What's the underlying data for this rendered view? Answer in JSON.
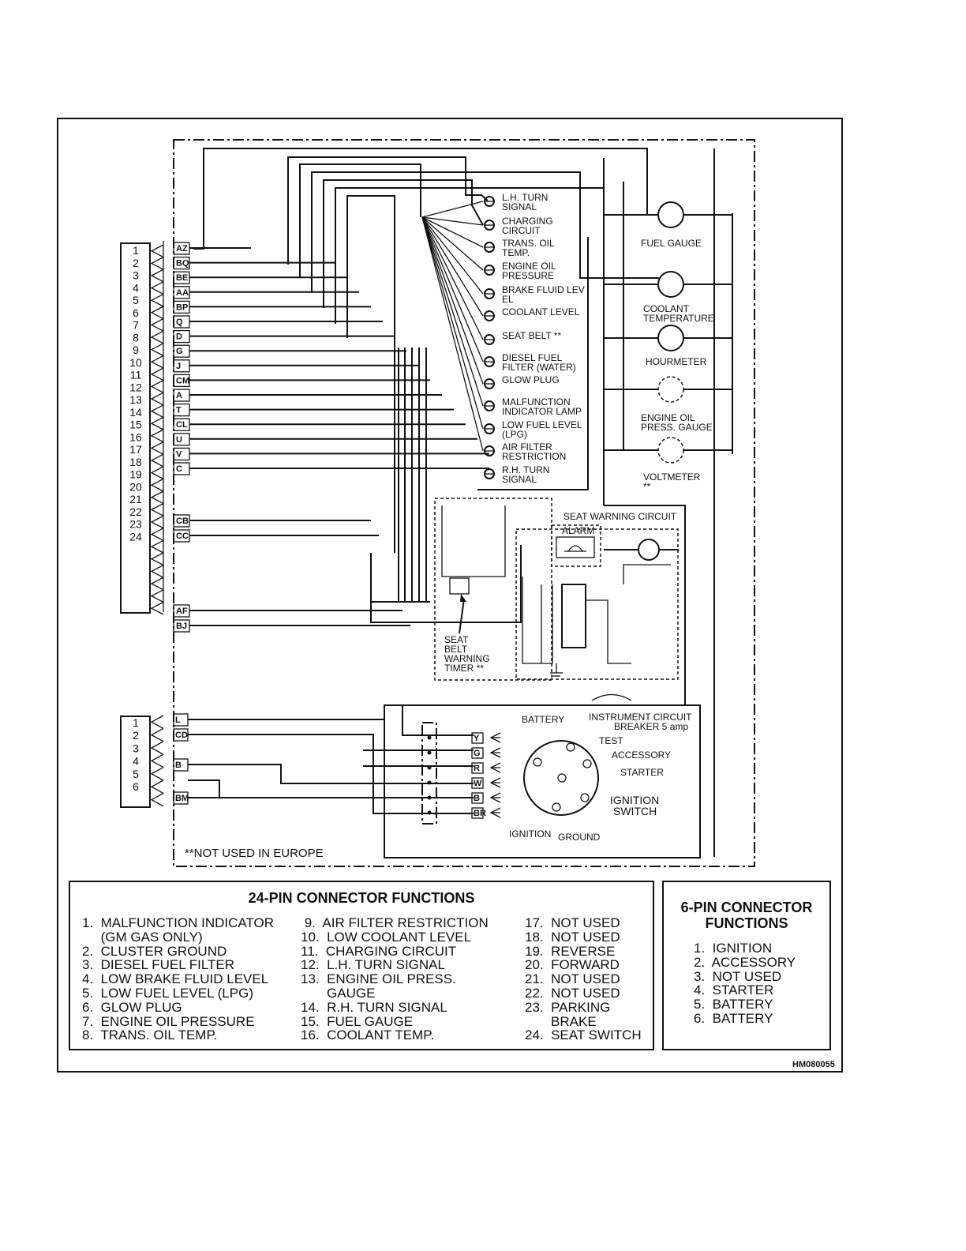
{
  "connector24": {
    "pin_numbers": [
      "1",
      "2",
      "3",
      "4",
      "5",
      "6",
      "7",
      "8",
      "9",
      "10",
      "11",
      "12",
      "13",
      "14",
      "15",
      "16",
      "17",
      "18",
      "19",
      "20",
      "21",
      "22",
      "23",
      "24"
    ],
    "wire_codes": [
      "AZ",
      "BQ",
      "BE",
      "AA",
      "BP",
      "Q",
      "D",
      "G",
      "J",
      "CM",
      "A",
      "T",
      "CL",
      "U",
      "V",
      "C",
      "CB",
      "CC",
      "AF",
      "BJ"
    ]
  },
  "connector6": {
    "pin_numbers": [
      "1",
      "2",
      "3",
      "4",
      "5",
      "6"
    ],
    "wire_codes": [
      "L",
      "CD",
      "B",
      "BM"
    ]
  },
  "indicator_lamps": [
    [
      "L.H. TURN",
      "SIGNAL"
    ],
    [
      "CHARGING",
      "CIRCUIT"
    ],
    [
      "TRANS. OIL",
      "TEMP."
    ],
    [
      "ENGINE OIL",
      "PRESSURE"
    ],
    [
      "BRAKE FLUID LEV",
      "EL"
    ],
    [
      "COOLANT LEVEL"
    ],
    [
      "SEAT BELT **"
    ],
    [
      "DIESEL FUEL",
      "FILTER (WATER)"
    ],
    [
      "GLOW PLUG"
    ],
    [
      "MALFUNCTION",
      "INDICATOR LAMP"
    ],
    [
      "LOW FUEL LEVEL",
      "(LPG)"
    ],
    [
      "AIR FILTER",
      "RESTRICTION"
    ],
    [
      "R.H. TURN",
      "SIGNAL"
    ]
  ],
  "gauges": [
    [
      "FUEL GAUGE"
    ],
    [
      "COOLANT",
      "TEMPERATURE"
    ],
    [
      "HOURMETER"
    ],
    [
      "ENGINE OIL",
      "PRESS. GAUGE"
    ],
    [
      "VOLTMETER",
      "**"
    ]
  ],
  "seat_warning": {
    "circuit_label": "SEAT WARNING CIRCUIT",
    "alarm_label": "ALARM",
    "timer_label": [
      "SEAT",
      "BELT",
      "WARNING",
      "TIMER **"
    ]
  },
  "ignition": {
    "battery_label": "BATTERY",
    "breaker_label": [
      "INSTRUMENT CIRCUIT",
      "BREAKER 5 amp"
    ],
    "test_label": "TEST",
    "accessory_label": "ACCESSORY",
    "starter_label": "STARTER",
    "switch_label": [
      "IGNITION",
      "SWITCH"
    ],
    "ignition_label": "IGNITION",
    "ground_label": "GROUND",
    "terminal_codes": [
      "Y",
      "G",
      "R",
      "W",
      "B",
      "BR"
    ]
  },
  "note": "**NOT USED IN EUROPE",
  "table24": {
    "title": "24-PIN CONNECTOR FUNCTIONS",
    "col1": [
      "1.  MALFUNCTION INDICATOR",
      "     (GM GAS ONLY)",
      "2.  CLUSTER GROUND",
      "3.  DIESEL FUEL FILTER",
      "4.  LOW BRAKE FLUID LEVEL",
      "5.  LOW FUEL LEVEL (LPG)",
      "6.  GLOW PLUG",
      "7.  ENGINE OIL PRESSURE",
      "8.  TRANS. OIL TEMP."
    ],
    "col2": [
      " 9.  AIR FILTER RESTRICTION",
      "10.  LOW COOLANT LEVEL",
      "11.  CHARGING CIRCUIT",
      "12.  L.H. TURN SIGNAL",
      "13.  ENGINE OIL PRESS.",
      "       GAUGE",
      "14.  R.H. TURN SIGNAL",
      "15.  FUEL GAUGE",
      "16.  COOLANT TEMP."
    ],
    "col3": [
      "17.  NOT USED",
      "18.  NOT USED",
      "19.  REVERSE",
      "20.  FORWARD",
      "21.  NOT USED",
      "22.  NOT USED",
      "23.  PARKING",
      "       BRAKE",
      "24.  SEAT SWITCH"
    ]
  },
  "table6": {
    "title": [
      "6-PIN CONNECTOR",
      "FUNCTIONS"
    ],
    "items": [
      "1.  IGNITION",
      "2.  ACCESSORY",
      "3.  NOT USED",
      "4.  STARTER",
      "5.  BATTERY",
      "6.  BATTERY"
    ]
  },
  "figure_code": "HM080055"
}
